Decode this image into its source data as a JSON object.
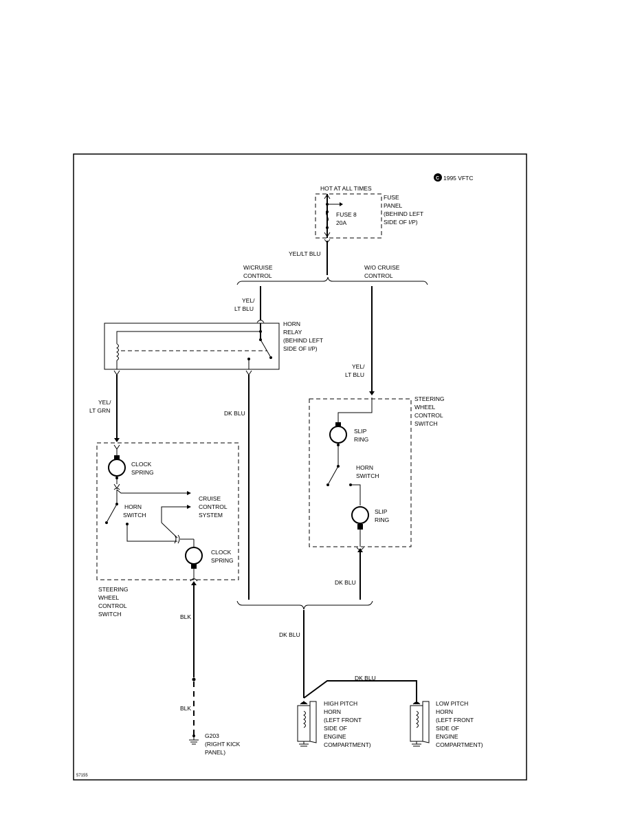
{
  "copyright": "1995 VFTC",
  "copyright_symbol": "C",
  "figure_number": "57155",
  "labels": {
    "hot_at_all_times": "HOT AT ALL TIMES",
    "fuse_panel": [
      "FUSE",
      "PANEL",
      "(BEHIND LEFT",
      "SIDE OF I/P)"
    ],
    "fuse": [
      "FUSE 8",
      "20A"
    ],
    "wire_yel_lt_blu_main": "YEL/LT BLU",
    "w_cruise": [
      "W/CRUISE",
      "CONTROL"
    ],
    "wo_cruise": [
      "W/O CRUISE",
      "CONTROL"
    ],
    "wire_yel_lt_blu_left": [
      "YEL/",
      "LT BLU"
    ],
    "horn_relay": [
      "HORN",
      "RELAY",
      "(BEHIND LEFT",
      "SIDE OF I/P)"
    ],
    "wire_yel_lt_blu_right": [
      "YEL/",
      "LT BLU"
    ],
    "wire_yel_lt_grn": [
      "YEL/",
      "LT GRN"
    ],
    "wire_dk_blu_relay": "DK BLU",
    "steering_switch_right": [
      "STEERING",
      "WHEEL",
      "CONTROL",
      "SWITCH"
    ],
    "slip_ring_upper": [
      "SLIP",
      "RING"
    ],
    "horn_switch_right": [
      "HORN",
      "SWITCH"
    ],
    "slip_ring_lower": [
      "SLIP",
      "RING"
    ],
    "clock_spring_upper": [
      "CLOCK",
      "SPRING"
    ],
    "cruise_control_system": [
      "CRUISE",
      "CONTROL",
      "SYSTEM"
    ],
    "horn_switch_left": [
      "HORN",
      "SWITCH"
    ],
    "clock_spring_lower": [
      "CLOCK",
      "SPRING"
    ],
    "steering_switch_left": [
      "STEERING",
      "WHEEL",
      "CONTROL",
      "SWITCH"
    ],
    "wire_dk_blu_right": "DK BLU",
    "wire_blk_upper": "BLK",
    "wire_dk_blu_center": "DK BLU",
    "wire_dk_blu_top": "DK BLU",
    "wire_blk_lower": "BLK",
    "ground": [
      "G203",
      "(RIGHT KICK",
      "PANEL)"
    ],
    "high_pitch_horn": [
      "HIGH PITCH",
      "HORN",
      "(LEFT FRONT",
      "SIDE OF",
      "ENGINE",
      "COMPARTMENT)"
    ],
    "low_pitch_horn": [
      "LOW PITCH",
      "HORN",
      "(LEFT FRONT",
      "SIDE OF",
      "ENGINE",
      "COMPARTMENT)"
    ]
  }
}
